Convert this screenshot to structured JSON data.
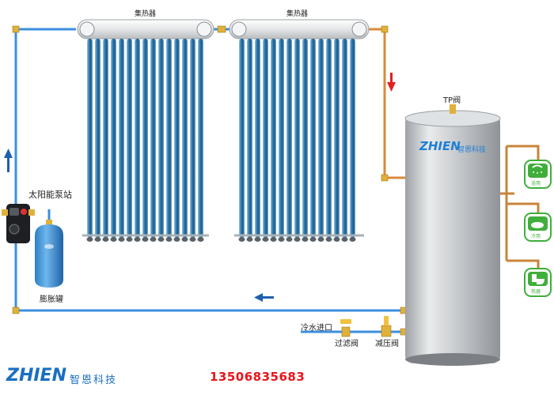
{
  "labels": {
    "collector_left": "集热器",
    "collector_right": "集热器",
    "tp_valve": "TP阀",
    "pump_station": "太阳能泵站",
    "expansion_tank": "膨胀罐",
    "cold_water_inlet": "冷水进口",
    "filter_valve": "过滤阀",
    "pressure_reducing_valve": "减压阀"
  },
  "tank_brand": {
    "latin": "ZHIEN",
    "chinese": "智恩科技"
  },
  "outlets": [
    "浴用",
    "冷用",
    "热器"
  ],
  "footer": {
    "logo_latin": "ZHIEN",
    "logo_chinese": "智恩科技",
    "phone": "13506835683"
  },
  "colors": {
    "pipe_blue": "#3b8fe0",
    "pipe_copper": "#d98a3a",
    "hot_arrow": "#e02020",
    "cold_arrow": "#1f5fb0",
    "tube_blue": "#1f6fa8",
    "tank_silver": "#c9cccf",
    "outlet_green": "#3fae3a",
    "phone_red": "#e8141b",
    "brand_blue": "#1a6fc2"
  }
}
